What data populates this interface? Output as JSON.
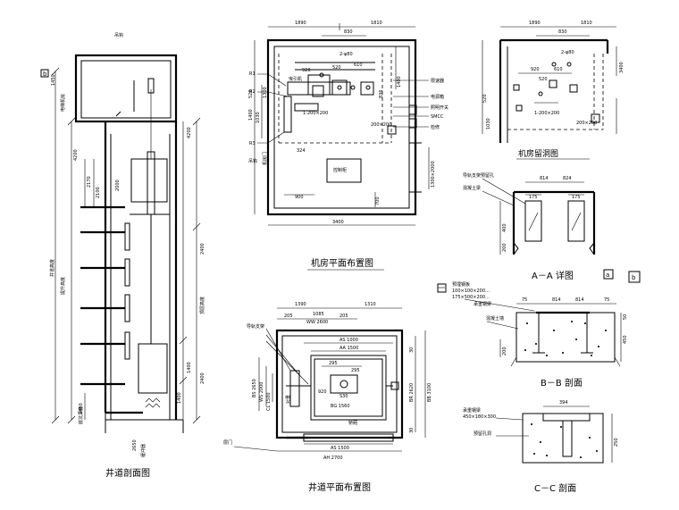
{
  "titles": {
    "shaft_section": "井道剖面图",
    "machine_room_plan": "机房平面布置图",
    "machine_room_hole": "机房留洞图",
    "shaft_plan": "井道平面布置图",
    "aa_detail": "A－A 详图",
    "bb_section": "B－B 剖面",
    "cc_section": "C－C 剖面"
  },
  "markers": {
    "a": "a",
    "b": "b"
  },
  "machine_room_plan": {
    "dims": [
      "1890",
      "1810",
      "830",
      "2-φ80",
      "920",
      "520",
      "610",
      "836",
      "1400",
      "520",
      "1030",
      "1300",
      "1-200×200",
      "200×200",
      "3400",
      "900",
      "700",
      "1300×2000",
      "1400",
      "324"
    ],
    "labels": [
      "R1",
      "R2",
      "R3",
      "曳引机",
      "控制柜",
      "限速器",
      "电源箱",
      "照明开关",
      "SMCC",
      "检修",
      "吊钩",
      "机房门"
    ]
  },
  "hole_plan": {
    "dims": [
      "1890",
      "1810",
      "830",
      "2-φ80",
      "920",
      "610",
      "520",
      "520",
      "1030",
      "200×200",
      "1-200×200",
      "3400"
    ]
  },
  "shaft_plan": {
    "dims": [
      "1390",
      "1310",
      "1085",
      "205",
      "WW 2600",
      "205",
      "AS 1000",
      "AA 1500",
      "295",
      "295",
      "920",
      "S30",
      "BG 1560",
      "BS 2650",
      "WS 2000",
      "BR 2620",
      "BB 3100",
      "CL 1500",
      "AH 2700",
      "30",
      "30",
      "AS 1500"
    ],
    "labels": [
      "导轨支架",
      "层门",
      "对重",
      "轿厢"
    ]
  },
  "shaft_section": {
    "dims": [
      "4200",
      "2000",
      "2170",
      "2100",
      "2400",
      "4200",
      "1400",
      "1400",
      "2400",
      "2450",
      "2650",
      "1450"
    ],
    "labels": [
      "电梯机房",
      "提升高度",
      "井道高度",
      "吊钩",
      "顶层高度",
      "底坑深度",
      "缓冲器"
    ]
  },
  "aa_detail": {
    "dims": [
      "814",
      "824",
      "175",
      "175",
      "400",
      "200"
    ],
    "labels": [
      "导轨支架预留孔",
      "混凝土梁"
    ]
  },
  "bb_section": {
    "dims": [
      "75",
      "814",
      "814",
      "75",
      "200",
      "450",
      "50"
    ],
    "labels": [
      "预埋钢板",
      "100×100×200…",
      "175×500×200…",
      "承重钢梁",
      "混凝土墙"
    ]
  },
  "cc_section": {
    "dims": [
      "394",
      "250"
    ],
    "labels": [
      "承重钢梁",
      "450×180×300",
      "预留孔洞"
    ]
  }
}
